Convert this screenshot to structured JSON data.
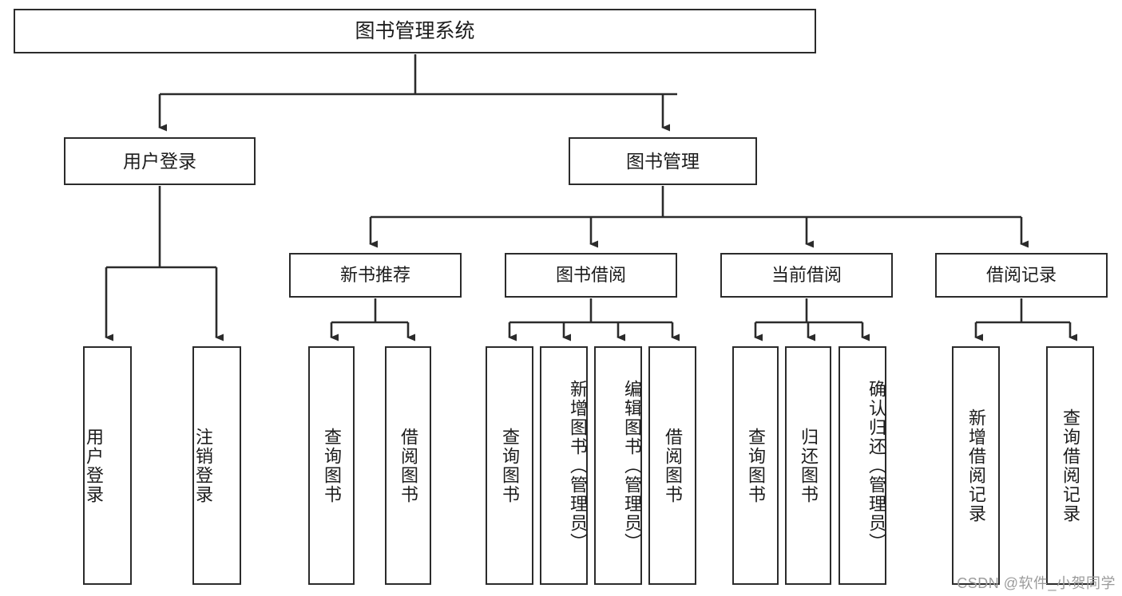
{
  "diagram": {
    "title": "图书管理系统",
    "type": "tree",
    "root": {
      "id": "root",
      "label": "图书管理系统"
    },
    "level1": [
      {
        "id": "user-login",
        "label": "用户登录"
      },
      {
        "id": "book-manage",
        "label": "图书管理"
      }
    ],
    "level2": [
      {
        "id": "new-book-recommend",
        "label": "新书推荐",
        "parent": "book-manage"
      },
      {
        "id": "book-borrow",
        "label": "图书借阅",
        "parent": "book-manage"
      },
      {
        "id": "current-borrow",
        "label": "当前借阅",
        "parent": "book-manage"
      },
      {
        "id": "borrow-record",
        "label": "借阅记录",
        "parent": "book-manage"
      }
    ],
    "leaves": [
      {
        "id": "leaf-user-login",
        "label": "用户登录",
        "parent": "user-login"
      },
      {
        "id": "leaf-user-logout",
        "label": "注销登录",
        "parent": "user-login"
      },
      {
        "id": "leaf-query-book-1",
        "label": "查询图书",
        "parent": "new-book-recommend"
      },
      {
        "id": "leaf-borrow-book-1",
        "label": "借阅图书",
        "parent": "new-book-recommend"
      },
      {
        "id": "leaf-query-book-2",
        "label": "查询图书",
        "parent": "book-borrow"
      },
      {
        "id": "leaf-add-book",
        "label": "新增图书（管理员）",
        "parent": "book-borrow"
      },
      {
        "id": "leaf-edit-book",
        "label": "编辑图书（管理员）",
        "parent": "book-borrow"
      },
      {
        "id": "leaf-borrow-book-2",
        "label": "借阅图书",
        "parent": "book-borrow"
      },
      {
        "id": "leaf-query-book-3",
        "label": "查询图书",
        "parent": "current-borrow"
      },
      {
        "id": "leaf-return-book",
        "label": "归还图书",
        "parent": "current-borrow"
      },
      {
        "id": "leaf-confirm-return",
        "label": "确认归还（管理员）",
        "parent": "current-borrow"
      },
      {
        "id": "leaf-add-record",
        "label": "新增借阅记录",
        "parent": "borrow-record"
      },
      {
        "id": "leaf-query-record",
        "label": "查询借阅记录",
        "parent": "borrow-record"
      }
    ]
  },
  "watermark": {
    "text": "CSDN @软件_小贺同学"
  },
  "colors": {
    "stroke": "#2b2b2b",
    "box_fill": "#ffffff",
    "text": "#1c1c1c",
    "watermark": "#9b9b9b",
    "background": "#ffffff"
  }
}
